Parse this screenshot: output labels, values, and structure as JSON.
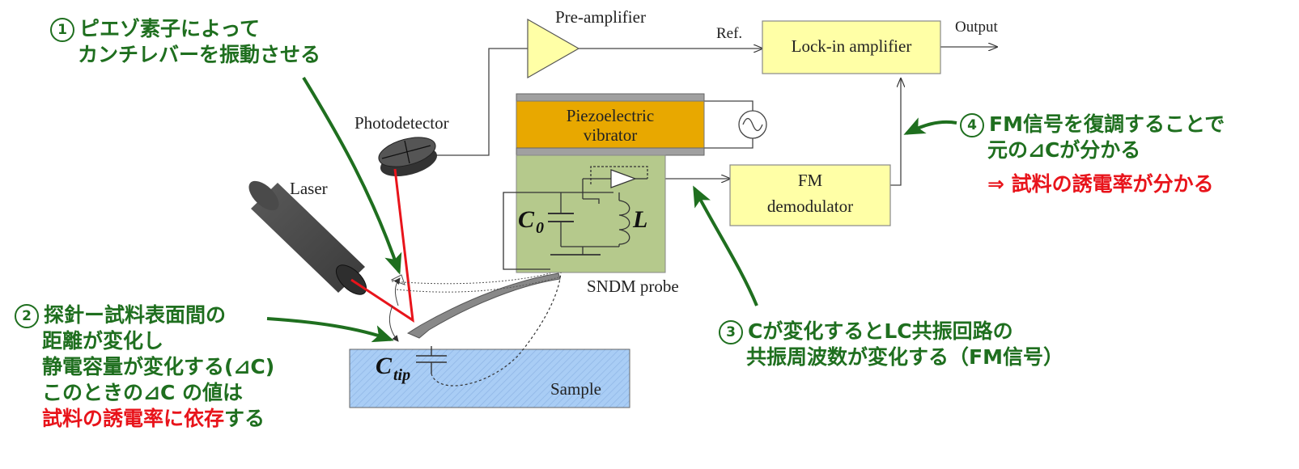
{
  "labels": {
    "pre_amplifier": "Pre-amplifier",
    "ref": "Ref.",
    "lockin": "Lock-in amplifier",
    "output": "Output",
    "piezo_line1": "Piezoelectric",
    "piezo_line2": "vibrator",
    "photodetector": "Photodetector",
    "laser": "Laser",
    "fm_line1": "FM",
    "fm_line2": "demodulator",
    "sndm_probe": "SNDM probe",
    "c0": "C",
    "c0_sub": "0",
    "inductor": "L",
    "ctip": "C",
    "ctip_sub": "tip",
    "sample": "Sample"
  },
  "annotations": {
    "a1": {
      "num": "1",
      "line1": "ピエゾ素子によって",
      "line2": "カンチレバーを振動させる"
    },
    "a2": {
      "num": "2",
      "line1": "探針ー試料表面間の",
      "line2": "距離が変化し",
      "line3": "静電容量が変化する(⊿C)",
      "line4": "このときの⊿C の値は",
      "line5_red": "試料の誘電率に依存",
      "line5_green": "する"
    },
    "a3": {
      "num": "3",
      "line1": "Cが変化するとLC共振回路の",
      "line2": "共振周波数が変化する（FM信号）"
    },
    "a4": {
      "num": "4",
      "line1": "FM信号を復調することで",
      "line2": "元の⊿Cが分かる",
      "line3": "⇒ 試料の誘電率が分かる"
    }
  },
  "colors": {
    "annotation_green": "#1f6f1f",
    "annotation_red": "#e8141b",
    "box_yellow": "#ffffa6",
    "piezo_orange": "#e8a800",
    "probe_green": "#b5c98c",
    "sample_blue": "#a9cdf5",
    "laser_beam": "#e8141b"
  }
}
